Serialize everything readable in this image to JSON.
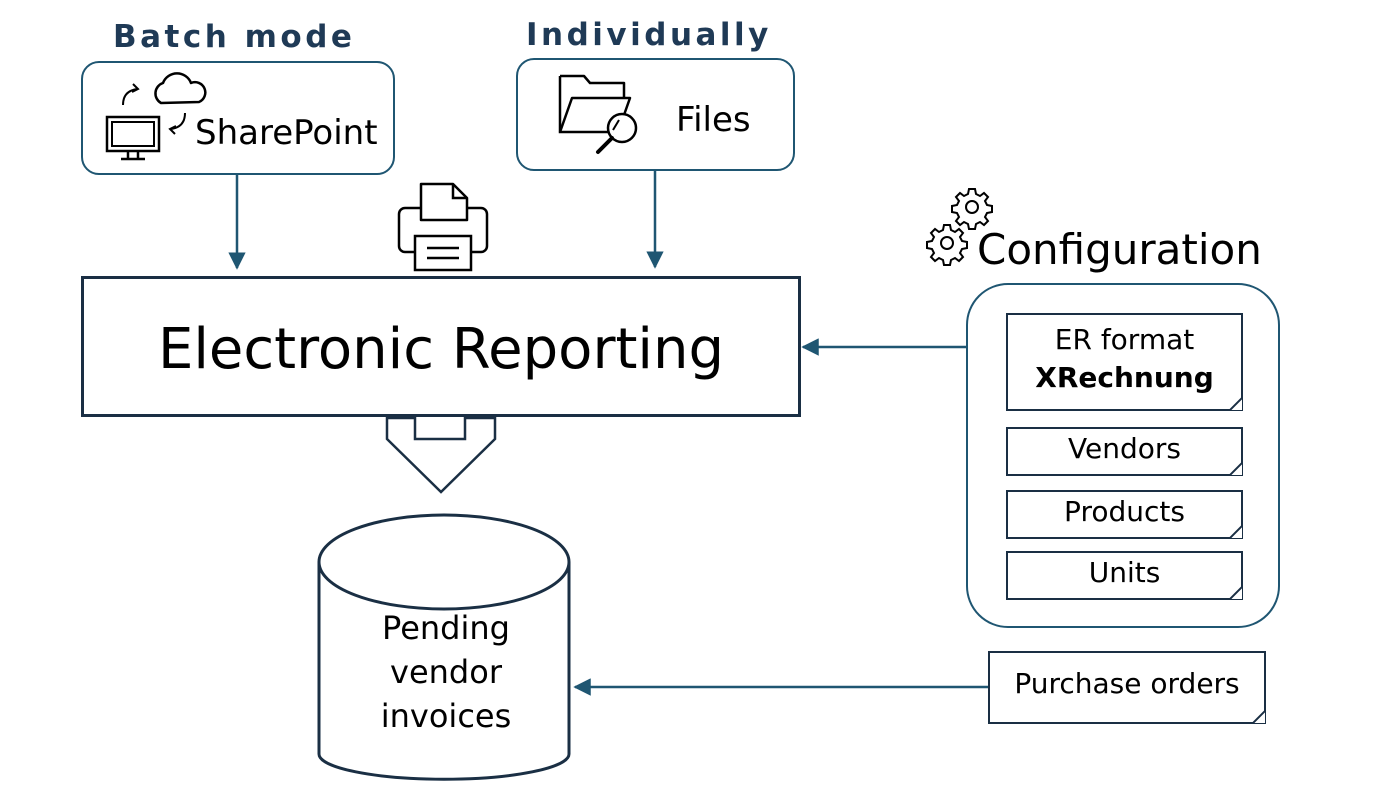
{
  "sources": {
    "batch": {
      "heading": "Batch mode",
      "label": "SharePoint",
      "icon": "sharepoint-sync-icon"
    },
    "individual": {
      "heading": "Individually",
      "label": "Files",
      "icon": "folder-search-icon"
    }
  },
  "processor": {
    "label": "Electronic Reporting",
    "icon": "printer-icon"
  },
  "configuration": {
    "title": "Configuration",
    "icon": "gears-icon",
    "format": {
      "line1": "ER format",
      "line2": "XRechnung"
    },
    "items": [
      "Vendors",
      "Products",
      "Units"
    ]
  },
  "output": {
    "lines": [
      "Pending",
      "vendor",
      "invoices"
    ],
    "icon": "database-cylinder"
  },
  "purchase_orders": {
    "label": "Purchase orders"
  },
  "colors": {
    "accent": "#1f5672",
    "heading": "#1f3a56",
    "box_border": "#1a2f44"
  }
}
